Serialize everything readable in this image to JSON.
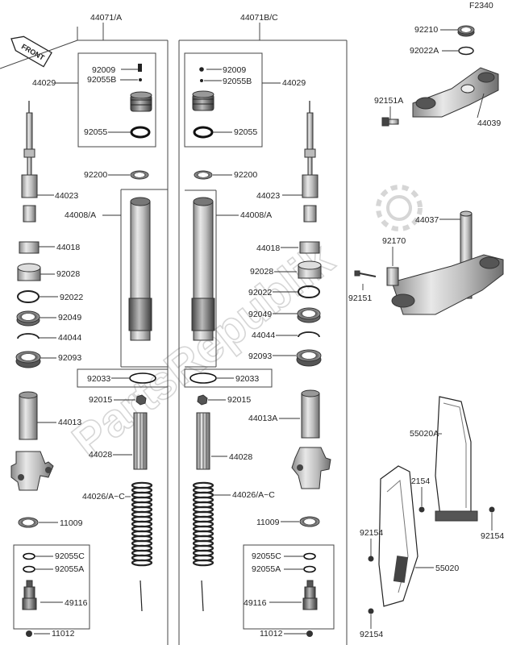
{
  "diagram_code": "F2340",
  "front_badge": "FRONT",
  "watermark": "PartsRepublik",
  "group_labels": {
    "left": "44071/A",
    "right": "44071B/C"
  },
  "left_parts": {
    "p92009": "92009",
    "p92055B": "92055B",
    "p44029": "44029",
    "p92055": "92055",
    "p92200": "92200",
    "p44023": "44023",
    "p44008": "44008/A",
    "p44018": "44018",
    "p92028": "92028",
    "p92022": "92022",
    "p92049": "92049",
    "p44044": "44044",
    "p92093": "92093",
    "p92033": "92033",
    "p92015": "92015",
    "p44013": "44013",
    "p44028": "44028",
    "p44026": "44026/A~C",
    "p11009": "11009",
    "p92055C": "92055C",
    "p92055A": "92055A",
    "p49116": "49116",
    "p11012": "11012"
  },
  "right_parts": {
    "p92009": "92009",
    "p92055B": "92055B",
    "p44029": "44029",
    "p92055": "92055",
    "p92200": "92200",
    "p44023": "44023",
    "p44008": "44008/A",
    "p44018": "44018",
    "p92028": "92028",
    "p92022": "92022",
    "p92049": "92049",
    "p44044": "44044",
    "p92093": "92093",
    "p92033": "92033",
    "p92015": "92015",
    "p44013A": "44013A",
    "p44028": "44028",
    "p44026": "44026/A~C",
    "p11009": "11009",
    "p92055C": "92055C",
    "p92055A": "92055A",
    "p49116": "49116",
    "p11012": "11012"
  },
  "triple_clamp_parts": {
    "p92210": "92210",
    "p92022A": "92022A",
    "p92151A": "92151A",
    "p44039": "44039",
    "p44037": "44037",
    "p92170": "92170",
    "p92151": "92151"
  },
  "guard_parts": {
    "p55020A": "55020A",
    "p92154_a": "92154",
    "p92154_b": "92154",
    "p92154_c": "92154",
    "p55020": "55020",
    "p92154_d": "92154"
  }
}
